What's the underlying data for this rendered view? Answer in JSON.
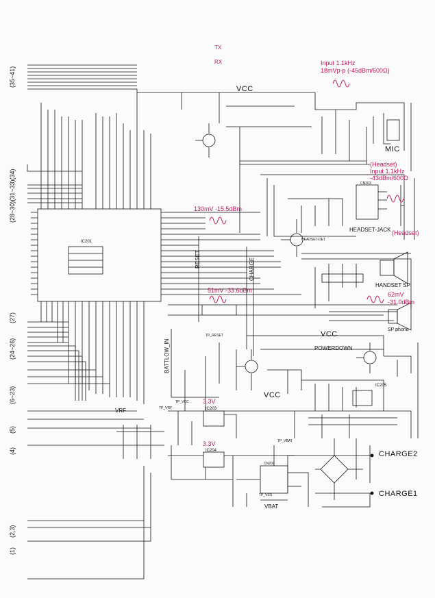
{
  "legend": {
    "tx": "TX",
    "rx": "RX"
  },
  "nets": {
    "vcc_top": "VCC",
    "vcc_mid": "VCC",
    "vcc_bottom": "VCC",
    "vrf": "VRF",
    "vbat": "VBAT",
    "powerdown": "POWERDOWN",
    "reset": "RESET",
    "charge": "CHARGE",
    "battlow": "BATTLOW_IN"
  },
  "connectors": {
    "charge2": "CHARGE2",
    "charge1": "CHARGE1"
  },
  "blocks": {
    "mic": "MIC",
    "headset_jack": "HEADSET-JACK",
    "headset_det": "HEADSET-DET",
    "handset_sp": "HANDSET SP",
    "sp_phone": "SP phone",
    "ic201": "IC201",
    "ic203": "IC203",
    "ic204": "IC204",
    "ic205": "IC205",
    "cn203": "CN203",
    "cn202": "CN202"
  },
  "annotations": {
    "mic_input_1": "Input 1.1kHz",
    "mic_input_2": "18mVp-p (-45dBm/600Ω)",
    "headset_in_1": "(Headset)",
    "headset_in_2": "Input 1.1kHz",
    "headset_in_3": "-43dBm/600Ω",
    "headset_out": "(Headset)",
    "level_130": "130mV -15.5dBm",
    "level_51": "51mV -33.6dBm",
    "handset_level_1": "62mV",
    "handset_level_2": "-31.0dBm",
    "reg_3v3_a": "3.3V",
    "reg_3v3_b": "3.3V"
  },
  "edge_labels": [
    "(35~41)",
    "(28~30)(31~33)(34)",
    "(27)",
    "(24~26)",
    "(6~23)",
    "(5)",
    "(4)",
    "(2,3)",
    "(1)"
  ],
  "test_points": {
    "vbat": "TP_VBAT",
    "reset": "TP_RESET",
    "vrf": "TP_VRF",
    "vcc": "TP_VCC",
    "vss": "TP_VSS"
  },
  "colors": {
    "ink": "#111111",
    "annotation": "#c2185b"
  }
}
